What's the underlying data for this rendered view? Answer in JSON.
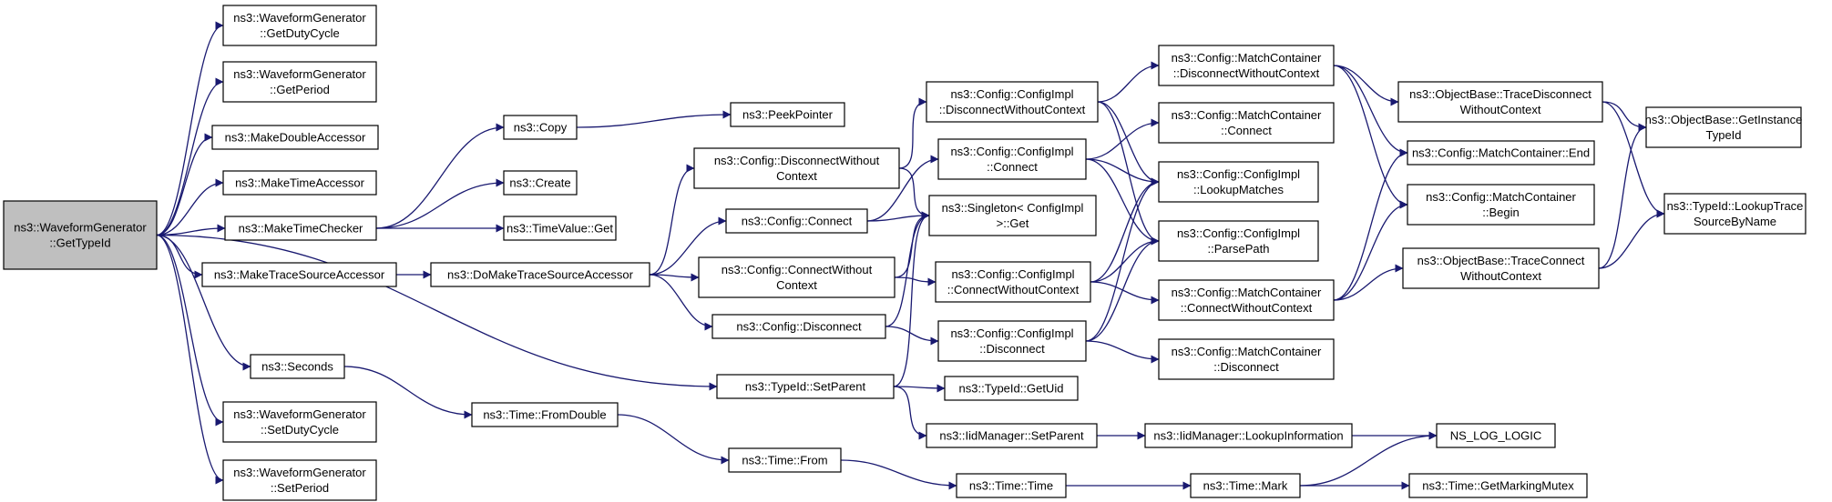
{
  "graph": {
    "colors": {
      "edge": "#191970",
      "node_border": "#000000",
      "root_fill": "#bfbfbf",
      "node_fill": "#ffffff"
    },
    "nodes": [
      {
        "id": "n0",
        "label": [
          "ns3::WaveformGenerator",
          "::GetTypeId"
        ],
        "root": true
      },
      {
        "id": "n1",
        "label": [
          "ns3::WaveformGenerator",
          "::GetDutyCycle"
        ]
      },
      {
        "id": "n2",
        "label": [
          "ns3::WaveformGenerator",
          "::GetPeriod"
        ]
      },
      {
        "id": "n3",
        "label": [
          "ns3::MakeDoubleAccessor"
        ]
      },
      {
        "id": "n4",
        "label": [
          "ns3::MakeTimeAccessor"
        ]
      },
      {
        "id": "n5",
        "label": [
          "ns3::MakeTimeChecker"
        ]
      },
      {
        "id": "n6",
        "label": [
          "ns3::MakeTraceSourceAccessor"
        ]
      },
      {
        "id": "n7",
        "label": [
          "ns3::Seconds"
        ]
      },
      {
        "id": "n8",
        "label": [
          "ns3::WaveformGenerator",
          "::SetDutyCycle"
        ]
      },
      {
        "id": "n9",
        "label": [
          "ns3::WaveformGenerator",
          "::SetPeriod"
        ]
      },
      {
        "id": "n10",
        "label": [
          "ns3::Copy"
        ]
      },
      {
        "id": "n11",
        "label": [
          "ns3::Create"
        ]
      },
      {
        "id": "n12",
        "label": [
          "ns3::TimeValue::Get"
        ]
      },
      {
        "id": "n13",
        "label": [
          "ns3::DoMakeTraceSourceAccessor"
        ]
      },
      {
        "id": "n14",
        "label": [
          "ns3::Time::FromDouble"
        ]
      },
      {
        "id": "n15",
        "label": [
          "ns3::PeekPointer"
        ]
      },
      {
        "id": "n16",
        "label": [
          "ns3::Config::DisconnectWithout",
          "Context"
        ]
      },
      {
        "id": "n17",
        "label": [
          "ns3::Config::Connect"
        ]
      },
      {
        "id": "n18",
        "label": [
          "ns3::Config::ConnectWithout",
          "Context"
        ]
      },
      {
        "id": "n19",
        "label": [
          "ns3::Config::Disconnect"
        ]
      },
      {
        "id": "n20",
        "label": [
          "ns3::TypeId::SetParent"
        ]
      },
      {
        "id": "n21",
        "label": [
          "ns3::Time::From"
        ]
      },
      {
        "id": "n22",
        "label": [
          "ns3::Config::ConfigImpl",
          "::DisconnectWithoutContext"
        ]
      },
      {
        "id": "n23",
        "label": [
          "ns3::Config::ConfigImpl",
          "::Connect"
        ]
      },
      {
        "id": "n24",
        "label": [
          "ns3::Singleton< ConfigImpl",
          ">::Get"
        ]
      },
      {
        "id": "n25",
        "label": [
          "ns3::Config::ConfigImpl",
          "::ConnectWithoutContext"
        ]
      },
      {
        "id": "n26",
        "label": [
          "ns3::Config::ConfigImpl",
          "::Disconnect"
        ]
      },
      {
        "id": "n27",
        "label": [
          "ns3::TypeId::GetUid"
        ]
      },
      {
        "id": "n28",
        "label": [
          "ns3::IidManager::SetParent"
        ]
      },
      {
        "id": "n29",
        "label": [
          "ns3::Time::Time"
        ]
      },
      {
        "id": "n30",
        "label": [
          "ns3::Config::MatchContainer",
          "::DisconnectWithoutContext"
        ]
      },
      {
        "id": "n31",
        "label": [
          "ns3::Config::MatchContainer",
          "::Connect"
        ]
      },
      {
        "id": "n32",
        "label": [
          "ns3::Config::ConfigImpl",
          "::LookupMatches"
        ]
      },
      {
        "id": "n33",
        "label": [
          "ns3::Config::ConfigImpl",
          "::ParsePath"
        ]
      },
      {
        "id": "n34",
        "label": [
          "ns3::Config::MatchContainer",
          "::ConnectWithoutContext"
        ]
      },
      {
        "id": "n35",
        "label": [
          "ns3::Config::MatchContainer",
          "::Disconnect"
        ]
      },
      {
        "id": "n36",
        "label": [
          "ns3::IidManager::LookupInformation"
        ]
      },
      {
        "id": "n37",
        "label": [
          "ns3::Time::Mark"
        ]
      },
      {
        "id": "n38",
        "label": [
          "ns3::ObjectBase::TraceDisconnect",
          "WithoutContext"
        ]
      },
      {
        "id": "n39",
        "label": [
          "ns3::Config::MatchContainer::End"
        ]
      },
      {
        "id": "n40",
        "label": [
          "ns3::Config::MatchContainer",
          "::Begin"
        ]
      },
      {
        "id": "n41",
        "label": [
          "ns3::ObjectBase::TraceConnect",
          "WithoutContext"
        ]
      },
      {
        "id": "n42",
        "label": [
          "NS_LOG_LOGIC"
        ]
      },
      {
        "id": "n43",
        "label": [
          "ns3::Time::GetMarkingMutex"
        ]
      },
      {
        "id": "n44",
        "label": [
          "ns3::ObjectBase::GetInstance",
          "TypeId"
        ]
      },
      {
        "id": "n45",
        "label": [
          "ns3::TypeId::LookupTrace",
          "SourceByName"
        ]
      }
    ],
    "edges": [
      [
        "n0",
        "n1"
      ],
      [
        "n0",
        "n2"
      ],
      [
        "n0",
        "n3"
      ],
      [
        "n0",
        "n4"
      ],
      [
        "n0",
        "n5"
      ],
      [
        "n0",
        "n6"
      ],
      [
        "n0",
        "n7"
      ],
      [
        "n0",
        "n8"
      ],
      [
        "n0",
        "n9"
      ],
      [
        "n0",
        "n20"
      ],
      [
        "n5",
        "n10"
      ],
      [
        "n5",
        "n11"
      ],
      [
        "n5",
        "n12"
      ],
      [
        "n10",
        "n15"
      ],
      [
        "n6",
        "n13"
      ],
      [
        "n13",
        "n16"
      ],
      [
        "n13",
        "n17"
      ],
      [
        "n13",
        "n18"
      ],
      [
        "n13",
        "n19"
      ],
      [
        "n7",
        "n14"
      ],
      [
        "n14",
        "n21"
      ],
      [
        "n21",
        "n29"
      ],
      [
        "n29",
        "n37"
      ],
      [
        "n37",
        "n42"
      ],
      [
        "n37",
        "n43"
      ],
      [
        "n16",
        "n22"
      ],
      [
        "n16",
        "n24"
      ],
      [
        "n17",
        "n23"
      ],
      [
        "n17",
        "n24"
      ],
      [
        "n18",
        "n24"
      ],
      [
        "n18",
        "n25"
      ],
      [
        "n19",
        "n24"
      ],
      [
        "n19",
        "n26"
      ],
      [
        "n20",
        "n24"
      ],
      [
        "n20",
        "n27"
      ],
      [
        "n20",
        "n28"
      ],
      [
        "n28",
        "n36"
      ],
      [
        "n36",
        "n42"
      ],
      [
        "n22",
        "n30"
      ],
      [
        "n22",
        "n32"
      ],
      [
        "n22",
        "n33"
      ],
      [
        "n23",
        "n31"
      ],
      [
        "n23",
        "n32"
      ],
      [
        "n23",
        "n33"
      ],
      [
        "n25",
        "n32"
      ],
      [
        "n25",
        "n33"
      ],
      [
        "n25",
        "n34"
      ],
      [
        "n26",
        "n32"
      ],
      [
        "n26",
        "n33"
      ],
      [
        "n26",
        "n35"
      ],
      [
        "n30",
        "n38"
      ],
      [
        "n30",
        "n39"
      ],
      [
        "n30",
        "n40"
      ],
      [
        "n34",
        "n41"
      ],
      [
        "n34",
        "n39"
      ],
      [
        "n34",
        "n40"
      ],
      [
        "n38",
        "n44"
      ],
      [
        "n38",
        "n45"
      ],
      [
        "n41",
        "n44"
      ],
      [
        "n41",
        "n45"
      ]
    ]
  }
}
